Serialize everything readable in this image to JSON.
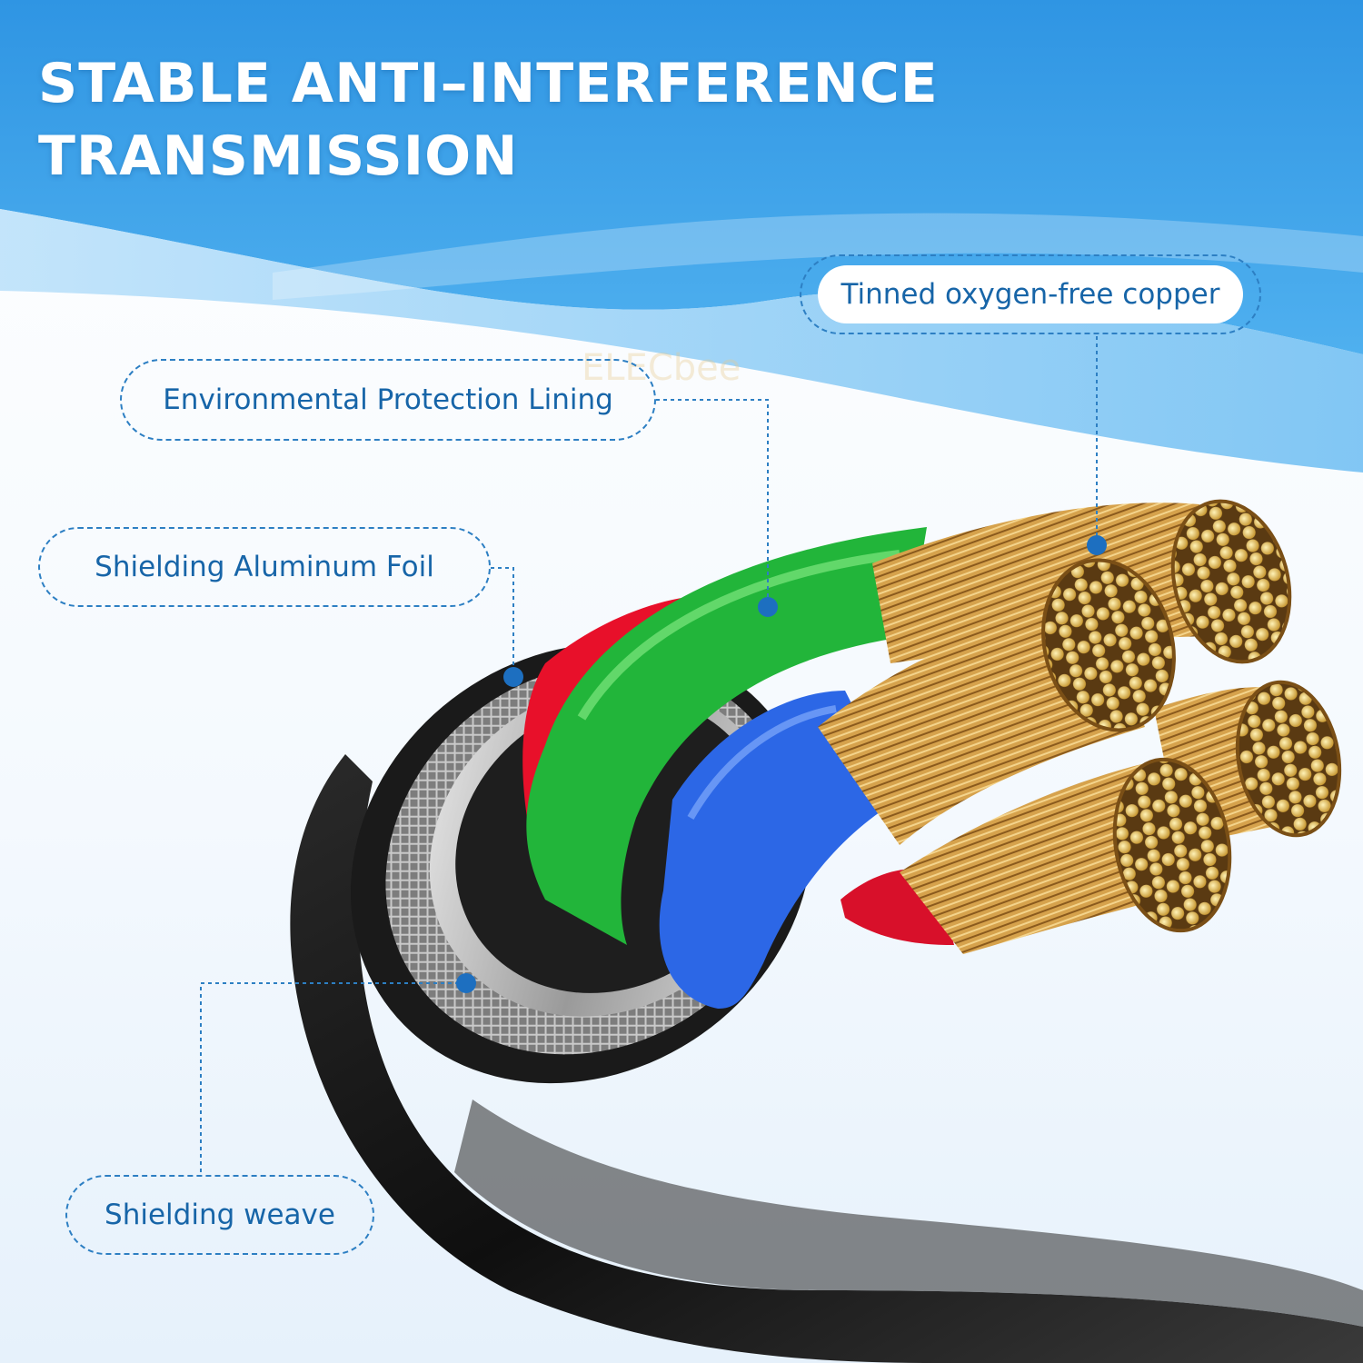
{
  "headline": {
    "line1": "STABLE ANTI–INTERFERENCE",
    "line2": "TRANSMISSION"
  },
  "watermark": "ELECbee",
  "callouts": {
    "copper": "Tinned oxygen-free copper",
    "lining": "Environmental Protection Lining",
    "foil": "Shielding Aluminum Foil",
    "weave": "Shielding weave"
  },
  "colors": {
    "sky_blue": "#3a9fe8",
    "light_blue": "#8fcaf3",
    "label_text": "#1765a8",
    "callout_dot": "#1d6fc0",
    "jacket": "#141414",
    "insulation_red": "#e8102a",
    "insulation_green": "#22b53a",
    "insulation_blue": "#2c67e6",
    "copper": "#d9a13d",
    "tinned_tip": "#f4dc7e"
  }
}
